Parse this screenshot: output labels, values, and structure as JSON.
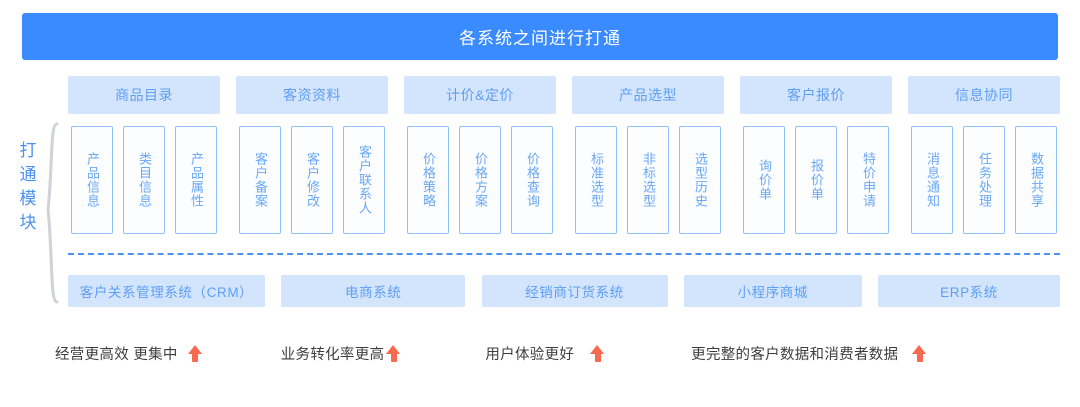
{
  "banner": {
    "title": "各系统之间进行打通",
    "color": "#3a8bff"
  },
  "left_label": {
    "chars": [
      "打",
      "通",
      "模",
      "块"
    ],
    "brace_icon": "curly-brace-icon"
  },
  "groups": [
    {
      "header": "商品目录",
      "modules": [
        "产品信息",
        "类目信息",
        "产品属性"
      ]
    },
    {
      "header": "客资资料",
      "modules": [
        "客户备案",
        "客户修改",
        "客户联系人"
      ]
    },
    {
      "header": "计价&定价",
      "modules": [
        "价格策略",
        "价格方案",
        "价格查询"
      ]
    },
    {
      "header": "产品选型",
      "modules": [
        "标准选型",
        "非标选型",
        "选型历史"
      ]
    },
    {
      "header": "客户报价",
      "modules": [
        "询价单",
        "报价单",
        "特价申请"
      ]
    },
    {
      "header": "信息协同",
      "modules": [
        "消息通知",
        "任务处理",
        "数据共享"
      ]
    }
  ],
  "systems": [
    "客户关系管理系统（CRM）",
    "电商系统",
    "经销商订货系统",
    "小程序商城",
    "ERP系统"
  ],
  "benefits": [
    {
      "label": "经营更高效 更集中",
      "icon": "arrow-up-icon"
    },
    {
      "label": "业务转化率更高",
      "icon": "arrow-up-icon"
    },
    {
      "label": "用户体验更好",
      "icon": "arrow-up-icon"
    },
    {
      "label": "更完整的客户数据和消费者数据",
      "icon": "arrow-up-icon"
    }
  ],
  "colors": {
    "banner_blue": "#3a8bff",
    "panel_blue": "#d3e4fd",
    "text_blue": "#5f9ff3",
    "card_border": "#8fbff8",
    "accent_orange": "#f96950",
    "divider_blue": "#4a92f5"
  }
}
